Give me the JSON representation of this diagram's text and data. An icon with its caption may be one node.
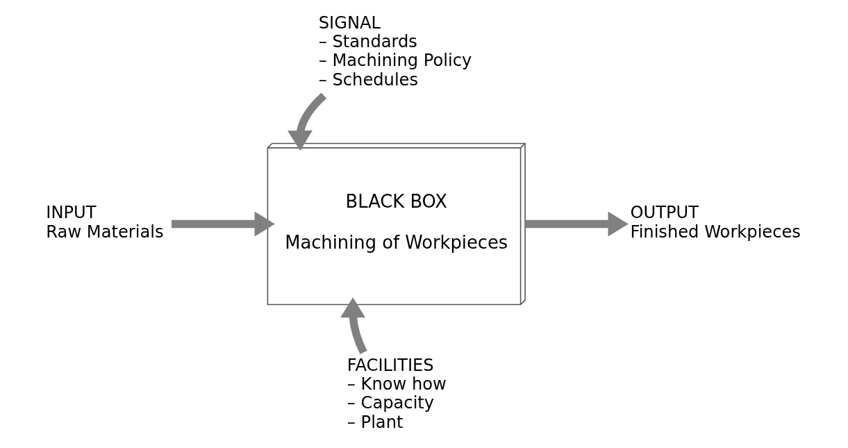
{
  "diagram": {
    "nodes": [
      {
        "text": [
          "BLACK BOX",
          "Machining of Workpieces"
        ]
      },
      {
        "text": [
          "INPUT",
          "Raw Materials"
        ]
      },
      {
        "text": [
          "OUTPUT",
          "Finished Workpieces"
        ]
      },
      {
        "text": [
          "SIGNAL",
          "– Standards",
          "– Machining Policy",
          "– Schedules"
        ]
      },
      {
        "text": [
          "FACILITIES",
          "– Know how",
          "– Capacity",
          "– Plant"
        ]
      }
    ],
    "edges": [
      {
        "from": 1,
        "to": 0,
        "arrow": "to"
      },
      {
        "from": 0,
        "to": 2,
        "arrow": "to"
      },
      {
        "from": 3,
        "to": 0,
        "arrow": "to"
      },
      {
        "from": 4,
        "to": 0,
        "arrow": "to"
      }
    ]
  }
}
